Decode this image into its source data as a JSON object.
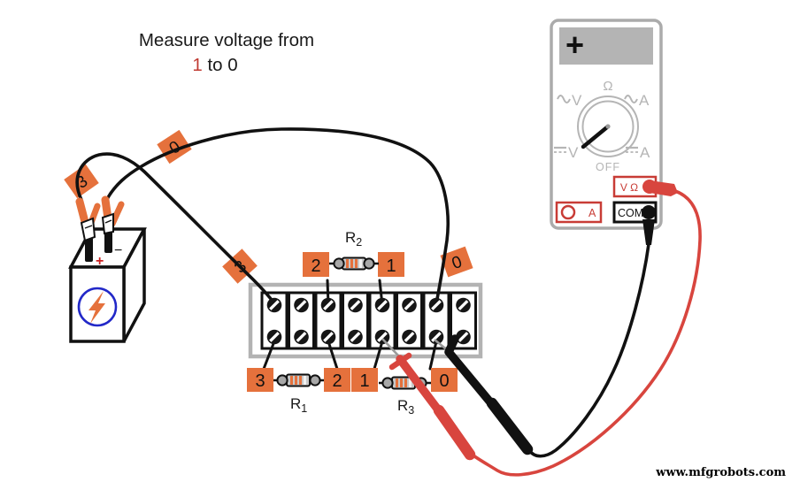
{
  "title": {
    "line1": "Measure voltage from",
    "from_terminal": "1",
    "rest": " to 0"
  },
  "tags": {
    "battery_wire_3": "3",
    "top_wire_0": "0",
    "mid_wire_3": "3",
    "right_wire_0": "0",
    "top_box_2": "2",
    "top_box_1": "1",
    "bottom_box_3": "3",
    "bottom_box_2": "2",
    "bottom_box_1": "1",
    "bottom_box_0": "0"
  },
  "resistors": {
    "r1": {
      "base": "R",
      "sub": "1"
    },
    "r2": {
      "base": "R",
      "sub": "2"
    },
    "r3": {
      "base": "R",
      "sub": "3"
    }
  },
  "battery": {
    "plus": "+",
    "minus": "−"
  },
  "meter": {
    "display_sign": "+",
    "dial": {
      "ohms": "Ω",
      "ac_volts": "V",
      "ac_amps": "A",
      "dc_volts": "V",
      "dc_amps": "A",
      "off": "OFF"
    },
    "jacks": {
      "v_ohm": "V Ω",
      "amps": "A",
      "common": "COM"
    }
  },
  "watermark": "www.mfgrobots.com",
  "colors": {
    "tag_orange": "#e5713c",
    "probe_red": "#d8453e",
    "jack_red": "#c83c36",
    "title_red": "#c03a32",
    "meter_gray": "#b5b5b5",
    "strip_gray": "#b3b3b3",
    "battery_blue": "#2228c8",
    "wire_black": "#111111"
  }
}
